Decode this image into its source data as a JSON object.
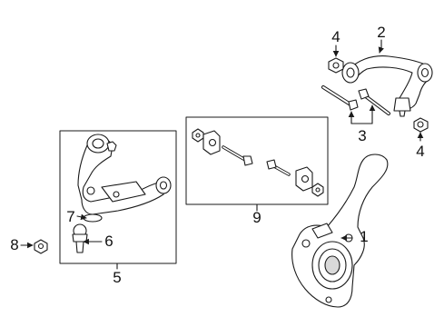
{
  "callouts": {
    "c1": "1",
    "c2": "2",
    "c3": "3",
    "c4_top": "4",
    "c4_bottom": "4",
    "c5": "5",
    "c6": "6",
    "c7": "7",
    "c8": "8",
    "c9": "9"
  },
  "colors": {
    "line": "#1a1a1a",
    "fill": "#ffffff",
    "shade": "#d9d9d9"
  }
}
